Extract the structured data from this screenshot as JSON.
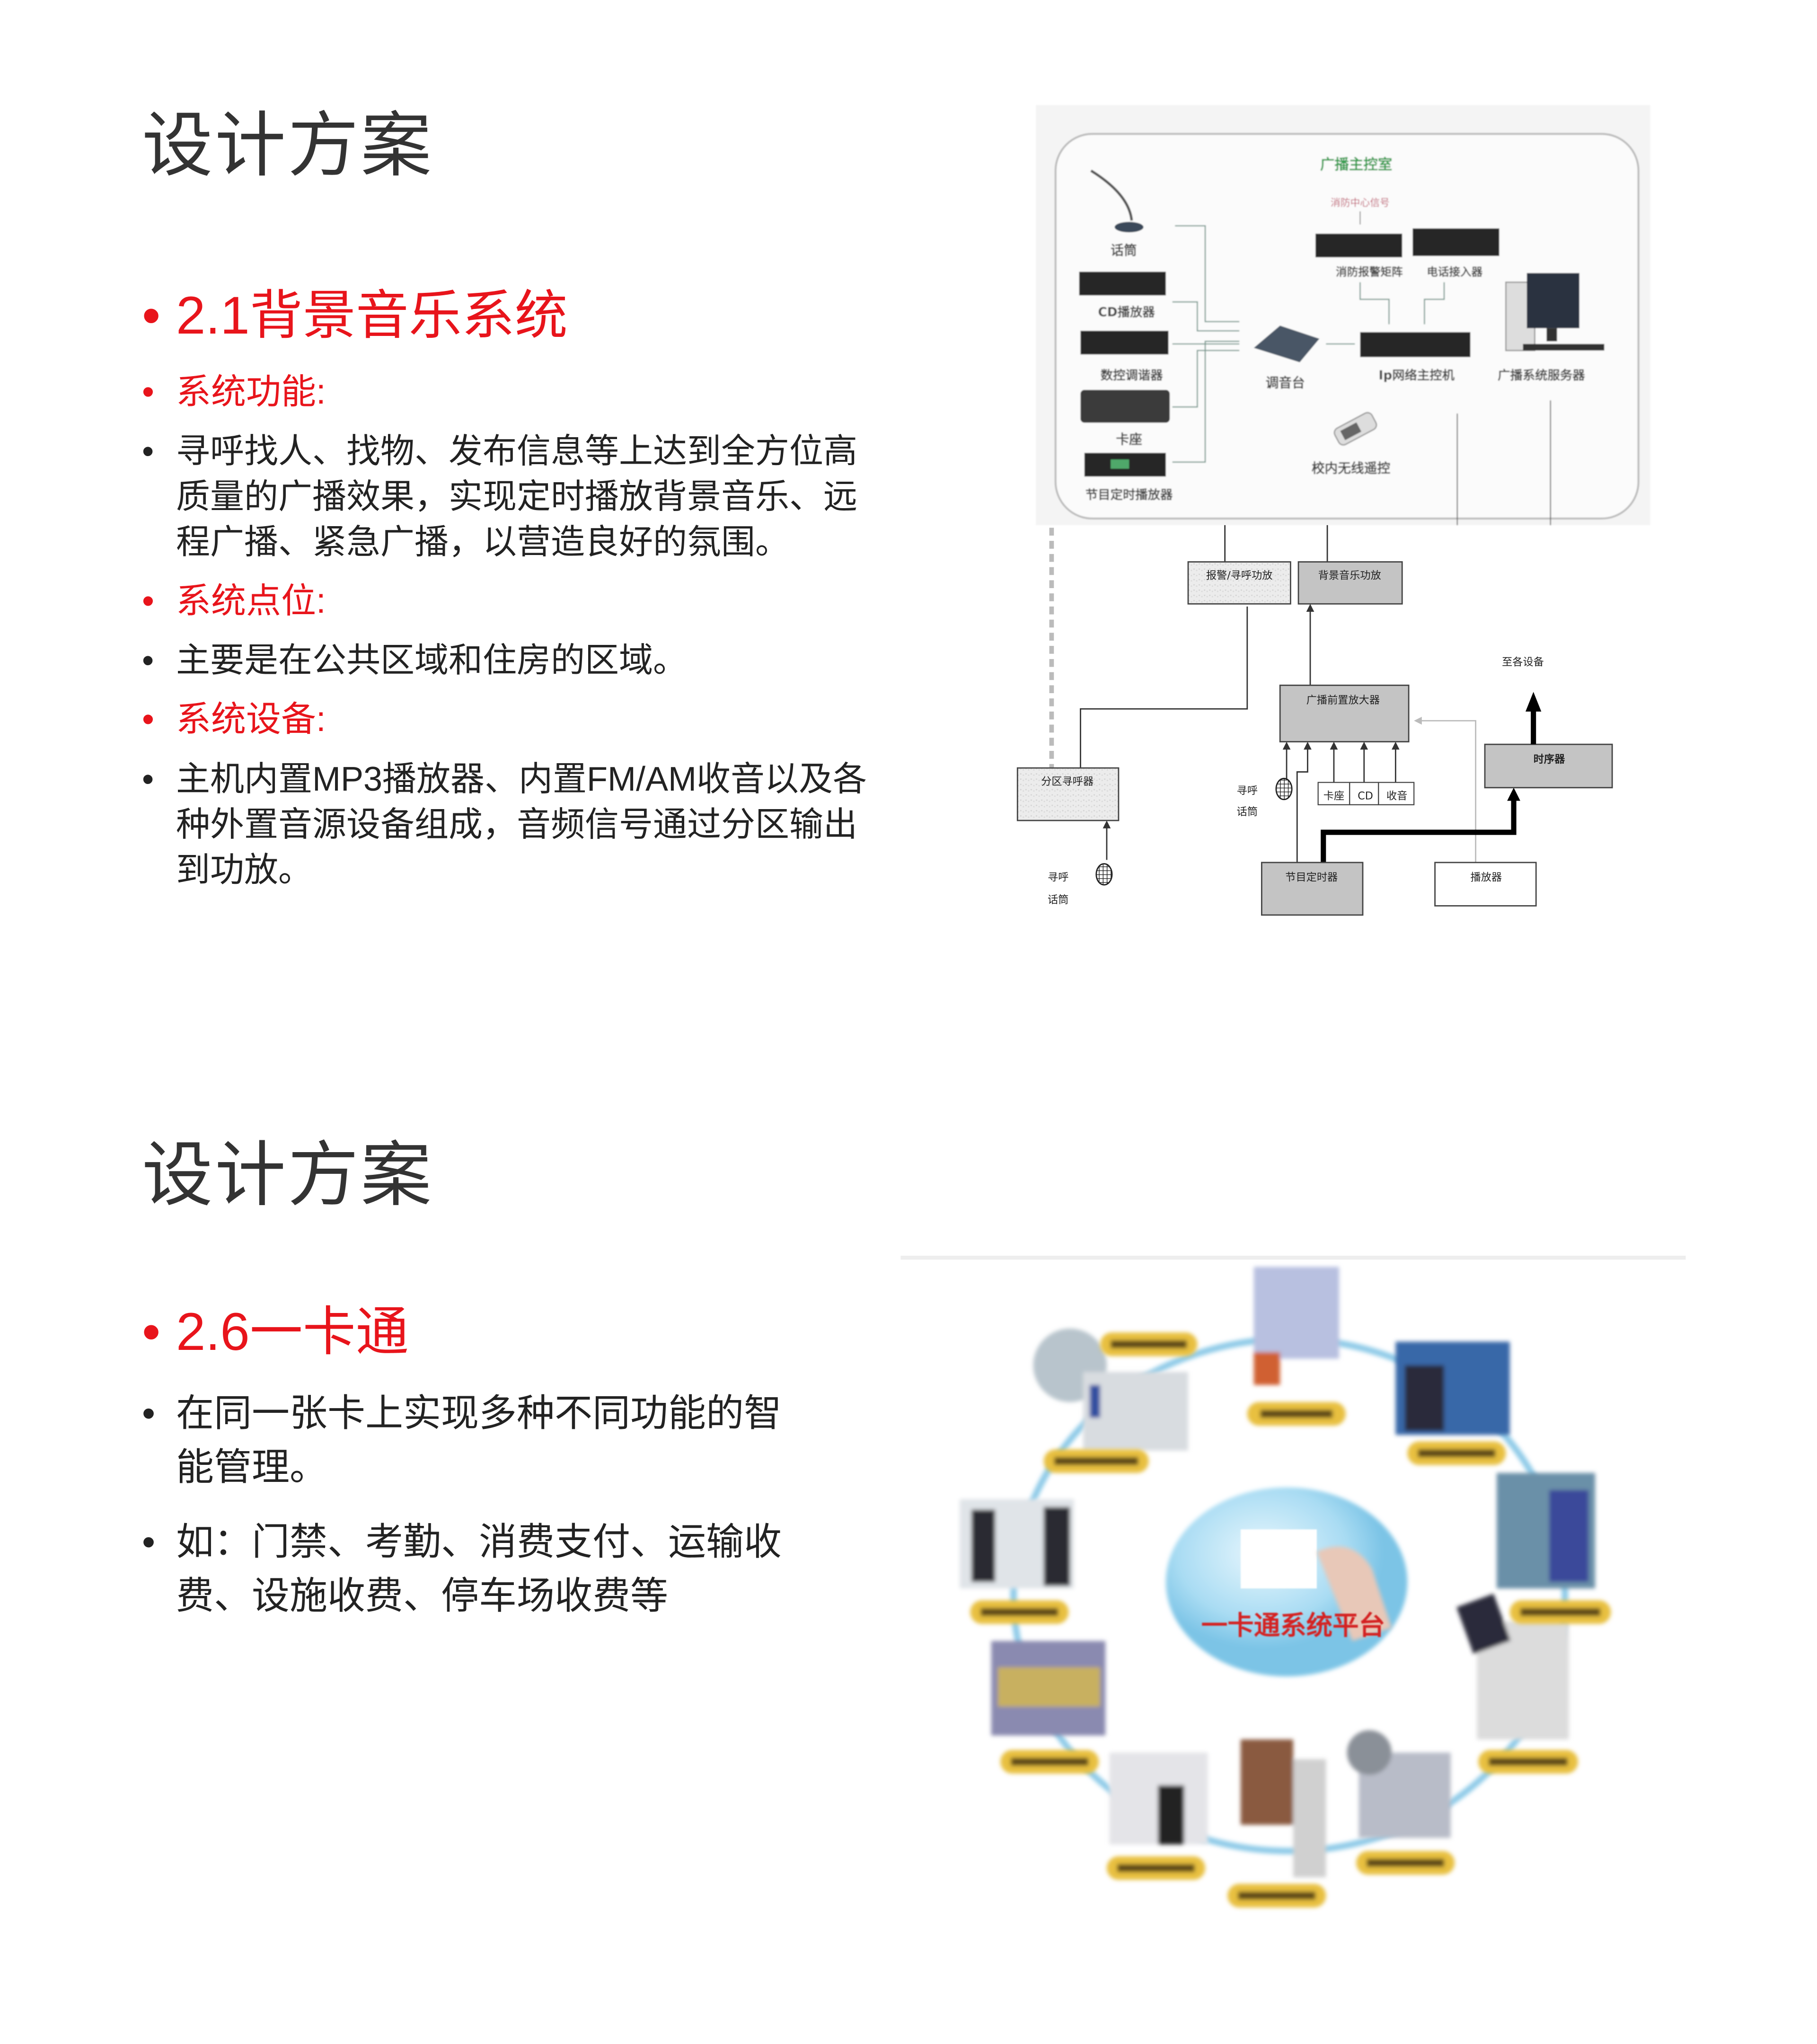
{
  "slide1": {
    "title": "设计方案",
    "heading": "2.1背景音乐系统",
    "items": [
      {
        "label": "系统功能:",
        "text": "寻呼找人、找物、发布信息等上达到全方位高质量的广播效果，实现定时播放背景音乐、远程广播、紧急广播，以营造良好的氛围。"
      },
      {
        "label": "系统点位:",
        "text": "主要是在公共区域和住房的区域。"
      },
      {
        "label": "系统设备:",
        "text": "主机内置MP3播放器、内置FM/AM收音以及各种外置音源设备组成，音频信号通过分区输出到功放。"
      }
    ],
    "diagram": {
      "room_title": "广播主控室",
      "fire_signal": "消防中心信号",
      "mic": "话筒",
      "cd_player": "CD播放器",
      "tuner": "数控调谐器",
      "cassette": "卡座",
      "timer_player": "节目定时播放器",
      "mixer": "调音台",
      "fire_matrix": "消防报警矩阵",
      "phone_access": "电话接入器",
      "ip_host": "Ip网络主控机",
      "server": "广播系统服务器",
      "remote": "校内无线遥控",
      "alarm_amp": "报警/寻呼功放",
      "bgm_amp": "背景音乐功放",
      "to_devices": "至各设备",
      "preamp": "广播前置放大器",
      "zone_pager": "分区寻呼器",
      "page_mic_1": "寻呼",
      "page_mic_2": "话筒",
      "src_cassette": "卡座",
      "src_cd": "CD",
      "src_radio": "收音",
      "sequencer": "时序器",
      "program_timer": "节目定时器",
      "player": "播放器"
    },
    "colors": {
      "accent": "#e8141b",
      "room_title": "#2a9d4a",
      "fire_signal": "#c0506a"
    }
  },
  "slide2": {
    "title": "设计方案",
    "heading": "2.6一卡通",
    "bullets": [
      "在同一张卡上实现多种不同功能的智能管理。",
      "如：门禁、考勤、消费支付、运输收费、设施收费、停车场收费等"
    ],
    "diagram": {
      "center_label": "一卡通系统平台"
    },
    "colors": {
      "ring": "#8fcbe8",
      "label_pill": "#e8c040",
      "center_text": "#d42020"
    }
  }
}
